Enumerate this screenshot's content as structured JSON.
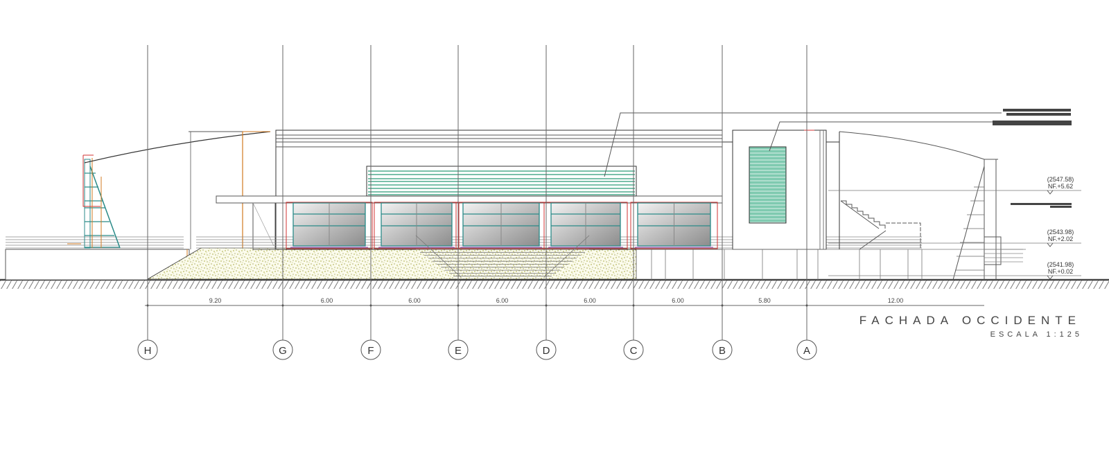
{
  "drawing": {
    "title": "FACHADA OCCIDENTE",
    "scale": "ESCALA 1:125"
  },
  "grid_axes": [
    {
      "label": "H"
    },
    {
      "label": "G"
    },
    {
      "label": "F"
    },
    {
      "label": "E"
    },
    {
      "label": "D"
    },
    {
      "label": "C"
    },
    {
      "label": "B"
    },
    {
      "label": "A"
    }
  ],
  "dimensions": [
    "9.20",
    "6.00",
    "6.00",
    "6.00",
    "6.00",
    "6.00",
    "5.80",
    "12.00"
  ],
  "levels": [
    {
      "elevation": "(2547.58)",
      "nf": "NF.+5.62"
    },
    {
      "elevation": "(2543.98)",
      "nf": "NF.+2.02"
    },
    {
      "elevation": "(2541.98)",
      "nf": "NF.+0.02"
    }
  ],
  "colors": {
    "line": "#555555",
    "louver": "#2a9a78",
    "frame_red": "#d03030",
    "dimension_orange": "#d07a20",
    "gravel": "#9a9a20",
    "glass": "#bdbdbd"
  }
}
